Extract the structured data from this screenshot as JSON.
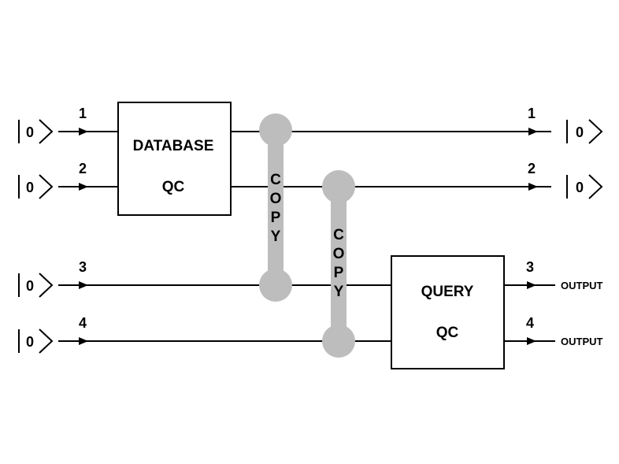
{
  "ket_symbol": "0",
  "wires": [
    {
      "input_label": "1",
      "output_label": "1",
      "output_ket": "0"
    },
    {
      "input_label": "2",
      "output_label": "2",
      "output_ket": "0"
    },
    {
      "input_label": "3",
      "output_label": "3",
      "output_text": "OUTPUT"
    },
    {
      "input_label": "4",
      "output_label": "4",
      "output_text": "OUTPUT"
    }
  ],
  "database_box": {
    "line1": "DATABASE",
    "line2": "QC"
  },
  "query_box": {
    "line1": "QUERY",
    "line2": "QC"
  },
  "copy_gates": [
    {
      "letters": [
        "C",
        "O",
        "P",
        "Y"
      ]
    },
    {
      "letters": [
        "C",
        "O",
        "P",
        "Y"
      ]
    }
  ],
  "colors": {
    "line": "#000000",
    "copy_gate": "#bdbdbd",
    "background": "#ffffff"
  }
}
